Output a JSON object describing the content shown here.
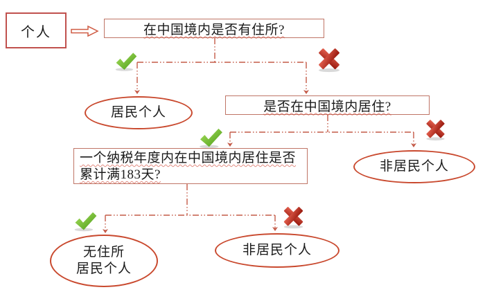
{
  "flowchart": {
    "start": {
      "label": "个人"
    },
    "questions": {
      "q1": {
        "label": "在中国境内是否有住所?"
      },
      "q2": {
        "label": "是否在中国境内居住?"
      },
      "q3": {
        "line1": "一个纳税年度内在中国境内居住是否",
        "line2": "累计满183天?"
      }
    },
    "outcomes": {
      "resident": {
        "label": "居民个人"
      },
      "non_resident_mid": {
        "label": "非居民个人"
      },
      "no_domicile_resident": {
        "line1": "无住所",
        "line2": "居民个人"
      },
      "non_resident_bottom": {
        "label": "非居民个人"
      }
    },
    "icons": {
      "yes": "green-check",
      "no": "red-cross"
    },
    "colors": {
      "box_border": "#bf7465",
      "start_border": "#c0504d",
      "oval_border": "#c9492e",
      "connector": "#c45a47",
      "check_green": "#5fae23",
      "cross_red": "#b52a1b",
      "text": "#1a1a1a"
    }
  }
}
